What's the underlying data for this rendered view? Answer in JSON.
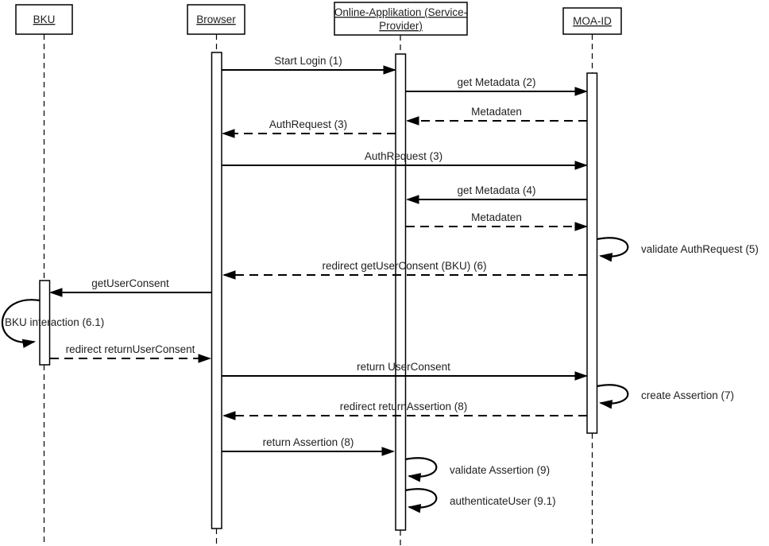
{
  "diagram_type": "uml-sequence-diagram",
  "colors": {
    "background": "#ffffff",
    "line": "#000000",
    "text": "#1f1f1f"
  },
  "actors": [
    {
      "id": "bku",
      "label": "BKU"
    },
    {
      "id": "browser",
      "label": "Browser"
    },
    {
      "id": "online-app",
      "label_line1": "Online-Applikation (Service-",
      "label_line2": "Provider)"
    },
    {
      "id": "moa-id",
      "label": "MOA-ID"
    }
  ],
  "messages": [
    {
      "id": "start-login",
      "label": "Start Login (1)",
      "from": "Browser",
      "to": "Online-Applikation (Service-Provider)",
      "line": "solid"
    },
    {
      "id": "get-metadata-2",
      "label": "get Metadata (2)",
      "from": "Online-Applikation (Service-Provider)",
      "to": "MOA-ID",
      "line": "solid"
    },
    {
      "id": "metadaten-1",
      "label": "Metadaten",
      "from": "MOA-ID",
      "to": "Online-Applikation (Service-Provider)",
      "line": "dashed"
    },
    {
      "id": "authrequest-redirect",
      "label": "AuthRequest (3)",
      "from": "Online-Applikation (Service-Provider)",
      "to": "Browser",
      "line": "dashed"
    },
    {
      "id": "authrequest",
      "label": "AuthRequest (3)",
      "from": "Browser",
      "to": "MOA-ID",
      "line": "solid"
    },
    {
      "id": "get-metadata-4",
      "label": "get Metadata (4)",
      "from": "MOA-ID",
      "to": "Online-Applikation (Service-Provider)",
      "line": "solid"
    },
    {
      "id": "metadaten-2",
      "label": "Metadaten",
      "from": "Online-Applikation (Service-Provider)",
      "to": "MOA-ID",
      "line": "dashed"
    },
    {
      "id": "validate-authrequest",
      "label": "validate AuthRequest (5)",
      "from": "MOA-ID",
      "to": "MOA-ID",
      "line": "self"
    },
    {
      "id": "redirect-getuserconsent",
      "label": "redirect getUserConsent (BKU) (6)",
      "from": "MOA-ID",
      "to": "Browser",
      "line": "dashed"
    },
    {
      "id": "getuserconsent",
      "label": "getUserConsent",
      "from": "Browser",
      "to": "BKU",
      "line": "solid"
    },
    {
      "id": "bku-interaction",
      "label": "BKU interaction (6.1)",
      "from": "BKU",
      "to": "BKU",
      "line": "self"
    },
    {
      "id": "redirect-returnuserconsent",
      "label": "redirect returnUserConsent",
      "from": "BKU",
      "to": "Browser",
      "line": "dashed"
    },
    {
      "id": "return-userconsent",
      "label": "return UserConsent",
      "from": "Browser",
      "to": "MOA-ID",
      "line": "solid"
    },
    {
      "id": "create-assertion",
      "label": "create Assertion (7)",
      "from": "MOA-ID",
      "to": "MOA-ID",
      "line": "self"
    },
    {
      "id": "redirect-returnassertion",
      "label": "redirect returnAssertion (8)",
      "from": "MOA-ID",
      "to": "Browser",
      "line": "dashed"
    },
    {
      "id": "return-assertion",
      "label": "return Assertion (8)",
      "from": "Browser",
      "to": "Online-Applikation (Service-Provider)",
      "line": "solid"
    },
    {
      "id": "validate-assertion",
      "label": "validate Assertion (9)",
      "from": "Online-Applikation (Service-Provider)",
      "to": "Online-Applikation (Service-Provider)",
      "line": "self"
    },
    {
      "id": "authenticateuser",
      "label": "authenticateUser (9.1)",
      "from": "Online-Applikation (Service-Provider)",
      "to": "Online-Applikation (Service-Provider)",
      "line": "self"
    }
  ]
}
